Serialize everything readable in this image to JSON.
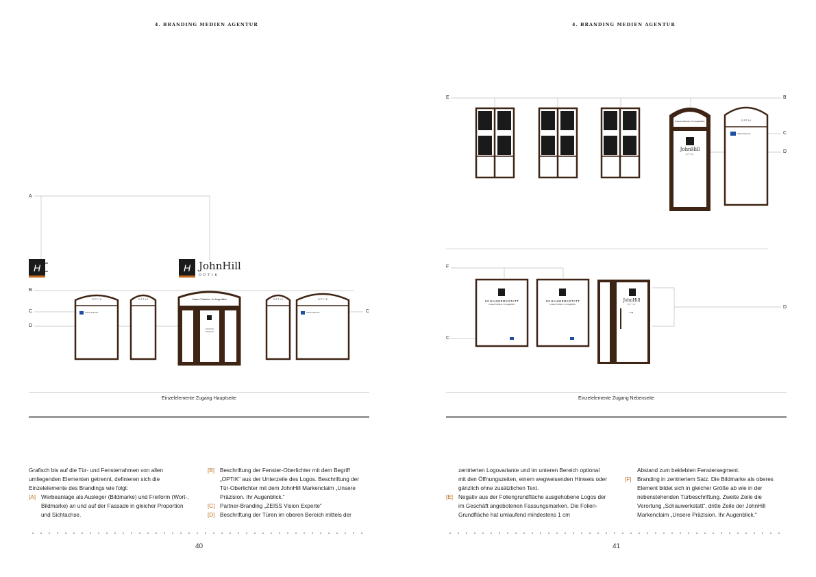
{
  "left_page": {
    "header": "4. BRANDING MEDIEN AGENTUR",
    "caption": "Einzelelemente Zugang Hauptseite",
    "page_number": "40",
    "labels": {
      "a": "A",
      "b": "B",
      "c": "C",
      "c2": "C",
      "d": "D"
    },
    "illustration": {
      "logo_name": "JohnHill",
      "logo_sub": "OPTIK",
      "panel_text": "O P T I K",
      "partner": "Vision Experte",
      "door_claim": "Unsere Präzision. Ihr Augenblick."
    },
    "text_col1": {
      "intro": "Grafisch bis auf die Tür- und Fensterrahmen von allen umliegenden Elementen getrennt, definieren sich die Einzelelemente des Brandings wie folgt:",
      "items": [
        {
          "key": "[A]",
          "text": "Werbeanlage als Ausleger (Bildmarke) und Freiform (Wort-, Bildmarke) an und auf der Fassade in gleicher Proportion und Sichtachse."
        }
      ]
    },
    "text_col2": {
      "items": [
        {
          "key": "[B]",
          "text": "Beschriftung der Fenster-Oberlichter mit dem Begriff „OPTIK“ aus der Unterzeile des Logos. Beschriftung der Tür-Oberlichter mit dem JohnHill Markenclaim „Unsere Präzision. Ihr Augenblick.“"
        },
        {
          "key": "[C]",
          "text": "Partner-Branding „ZEISS Vision Experte“"
        },
        {
          "key": "[D]",
          "text": "Beschriftung der Türen im oberen Bereich mittels der"
        }
      ]
    }
  },
  "right_page": {
    "header": "4. BRANDING MEDIEN AGENTUR",
    "caption": "Einzelelemente Zugang Nebenseite",
    "page_number": "41",
    "labels": {
      "e": "E",
      "b": "B",
      "c": "C",
      "d": "D",
      "f": "F",
      "c2": "C",
      "d2": "D"
    },
    "illustration": {
      "top_claim": "Unsere Präzision. Ihr Augenblick.",
      "panel_text": "O P T I K",
      "logo_name": "JohnHill",
      "logo_sub": "OPTIK",
      "partner": "Vision Experte",
      "workshop": "SCHAUWERKSTATT",
      "workshop_sub": "Unsere Präzision. Ihr Augenblick."
    },
    "text_col1": {
      "intro": "zentrierten Logovariante und im unteren Bereich optional mit den Öffnungszeiten, einem wegweisenden Hinweis oder gänzlich ohne zusätzlichen Text.",
      "items": [
        {
          "key": "[E]",
          "text": "Negativ aus der Foliengrundfläche ausgehobene Logos der im Geschäft angebotenen Fassungsmarken. Die Folien-Grundfläche hat umlaufend mindestens 1 cm"
        }
      ]
    },
    "text_col2": {
      "intro": "Abstand zum beklebten Fenstersegment.",
      "items": [
        {
          "key": "[F]",
          "text": "Branding in zentriertem Satz. Die Bildmarke als oberes Element bildet sich in gleicher Größe ab wie in der nebenstehenden Türbeschriftung. Zweite Zeile die Verortung „Schauwerkstatt“, dritte Zeile der JohnHill Markenclaim „Unsere Präzision. Ihr Augenblick.“"
        }
      ]
    }
  },
  "colors": {
    "frame": "#3e2414",
    "accent": "#c06a1c",
    "zeiss": "#1f4fa0"
  }
}
